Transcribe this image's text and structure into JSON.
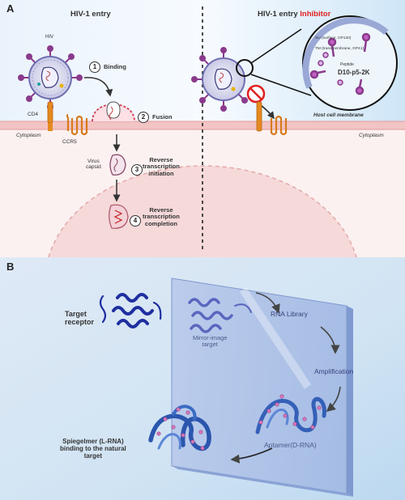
{
  "panel_a": {
    "label": "A",
    "title_entry": "HIV-1  entry",
    "title_inhibitor_prefix": "HIV-1  entry ",
    "title_inhibitor_word": "Inhibitor",
    "labels": {
      "hiv": "HIV",
      "cd4": "CD4",
      "ccr5": "CCR5",
      "cytoplasm_left": "Cytoplasm",
      "cytoplasm_right": "Cytoplasm",
      "host_cell_membrane": "Host cell membrane",
      "virus_capsid": "Virus\ncapsid",
      "su": "SU (surface, GP120)",
      "tm": "TM (transmembrane, GP41)",
      "peptide": "Peptide",
      "peptide_name": "D10-p5-2K"
    },
    "steps": [
      {
        "num": "1",
        "text": "Binding"
      },
      {
        "num": "2",
        "text": "Fusion"
      },
      {
        "num": "3",
        "text": "Reverse\ntranscription\ninitiation"
      },
      {
        "num": "4",
        "text": "Reverse\ntranscription\ncompletion"
      }
    ]
  },
  "panel_b": {
    "label": "B",
    "target_receptor": "Target\nreceptor",
    "mirror_image_target": "Mirror-image\ntarget",
    "rna_library": "RNA Library",
    "amplification": "Amplification",
    "aptamer": "Aptamer(D-RNA)",
    "spiegelmer": "Spiegelmer (L-RNA)\nbinding to the natural\ntarget"
  },
  "colors": {
    "inhibitor_red": "#e02020",
    "panel_a_left_bg": "#e6f1fb",
    "panel_a_right_bg": "#d3e9f8",
    "panel_b_bg": "#cfe0f2",
    "membrane_pink": "#f3c9c9",
    "virus_purple": "#8a3a8c",
    "receptor_orange": "#e58a1f",
    "helix_blue": "#1f2fa0",
    "mirror_glass": "#9db3dc"
  }
}
